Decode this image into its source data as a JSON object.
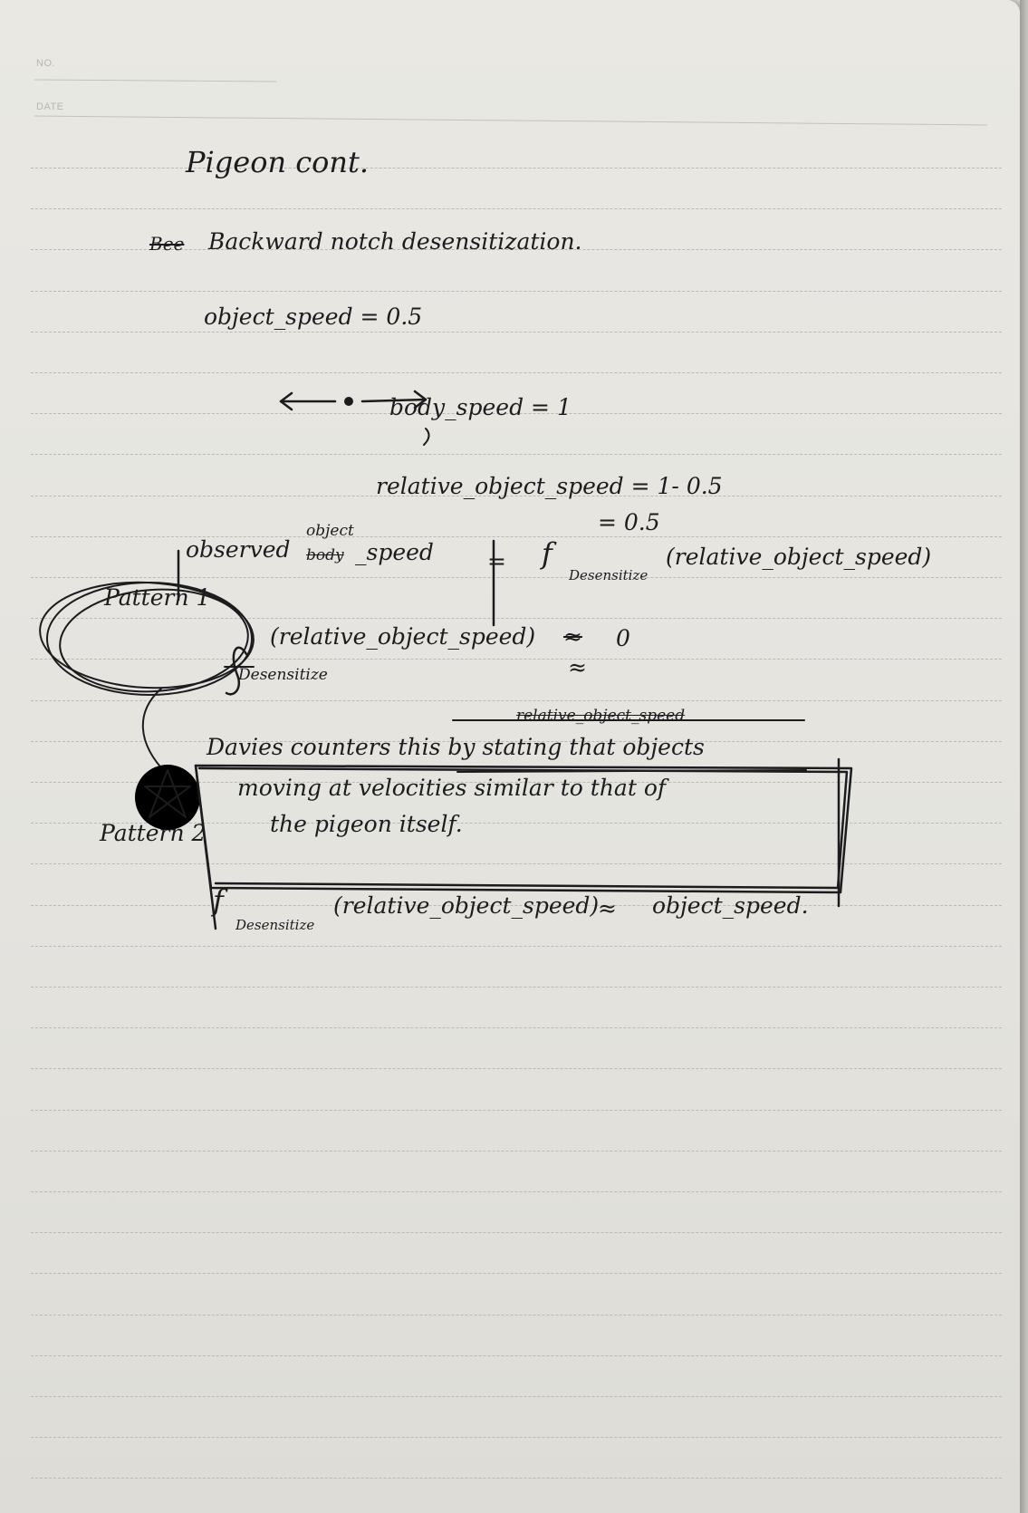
{
  "header": {
    "no_label": "NO.",
    "date_label": "DATE"
  },
  "notes": {
    "title": "Pigeon cont.",
    "struck_prefix": "Bee",
    "subtitle": "Backward notch desensitization.",
    "object_speed": "object_speed = 0.5",
    "body_speed": "body_speed = 1",
    "relative_speed": "relative_object_speed = 1- 0.5",
    "relative_result": "= 0.5",
    "observed_lhs": "observed",
    "observed_struck": "body",
    "observed_insert": "object",
    "observed_speed": "_speed",
    "equals": "=",
    "f": "f",
    "desensitize_sub": "Desensitize",
    "f_arg": "(relative_object_speed)",
    "pattern1_label": "Pattern 1",
    "pattern1_expr": "(relative_object_speed)",
    "pattern1_rel": "≈",
    "pattern1_value": "0",
    "pattern1_sub": "Desensitize",
    "pattern1_rel2": "≈",
    "struck_box_line": "relative_object_speed",
    "box_line1": "Davies counters this by stating that objects",
    "box_line2": "moving at velocities similar to that of",
    "box_line3": "the pigeon itself.",
    "pattern2_label": "Pattern 2",
    "final_f": "f",
    "final_sub": "Desensitize",
    "final_expr": "(relative_object_speed)",
    "final_rel": "≈",
    "final_rhs": "object_speed."
  }
}
